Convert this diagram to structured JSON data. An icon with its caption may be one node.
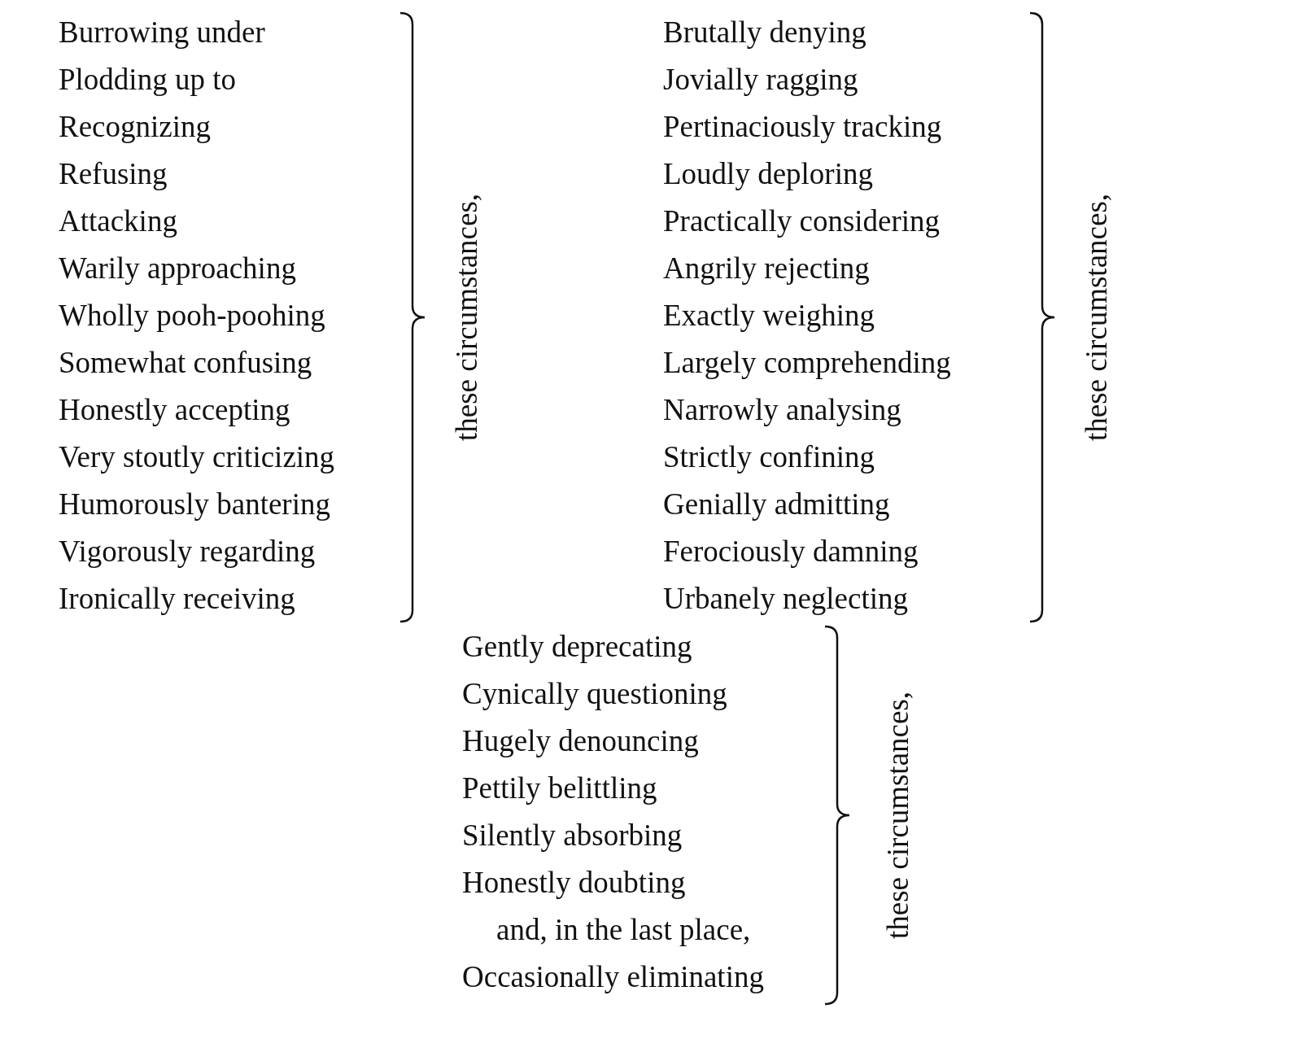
{
  "diagram": {
    "labels": [
      "Burrowing under",
      "Plodding up to",
      "Recognizing",
      "Refusing",
      "Attacking",
      "Warily approaching",
      "Wholly pooh-poohing",
      "Somewhat confusing",
      "Honestly accepting",
      "Very stoutly criticizing",
      "Humorously bantering",
      "Vigorously regarding",
      "Ironically receiving",
      "these circumstances,",
      "Brutally denying",
      "Jovially ragging",
      "Pertinaciously tracking",
      "Loudly deploring",
      "Practically considering",
      "Angrily rejecting",
      "Exactly weighing",
      "Largely comprehending",
      "Narrowly analysing",
      "Strictly confining",
      "Genially admitting",
      "Ferociously damning",
      "Urbanely neglecting",
      "these circumstances,",
      "Gently deprecating",
      "Cynically questioning",
      "Hugely denouncing",
      "Pettily belittling",
      "Silently absorbing",
      "Honestly doubting",
      "and, in the last place,",
      "Occasionally eliminating",
      "these circumstances,"
    ]
  }
}
